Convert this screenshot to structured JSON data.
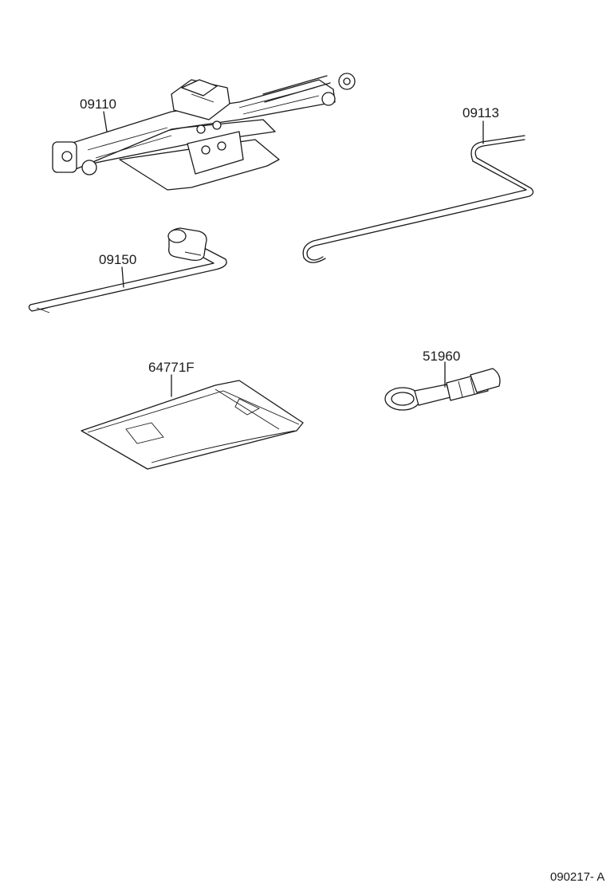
{
  "diagram": {
    "parts": [
      {
        "id": "jack",
        "label": "09110"
      },
      {
        "id": "jack-handle",
        "label": "09113"
      },
      {
        "id": "wheel-nut-wrench",
        "label": "09150"
      },
      {
        "id": "tool-bag",
        "label": "64771F"
      },
      {
        "id": "towing-eye",
        "label": "51960"
      }
    ],
    "reference_code": "090217- A"
  }
}
